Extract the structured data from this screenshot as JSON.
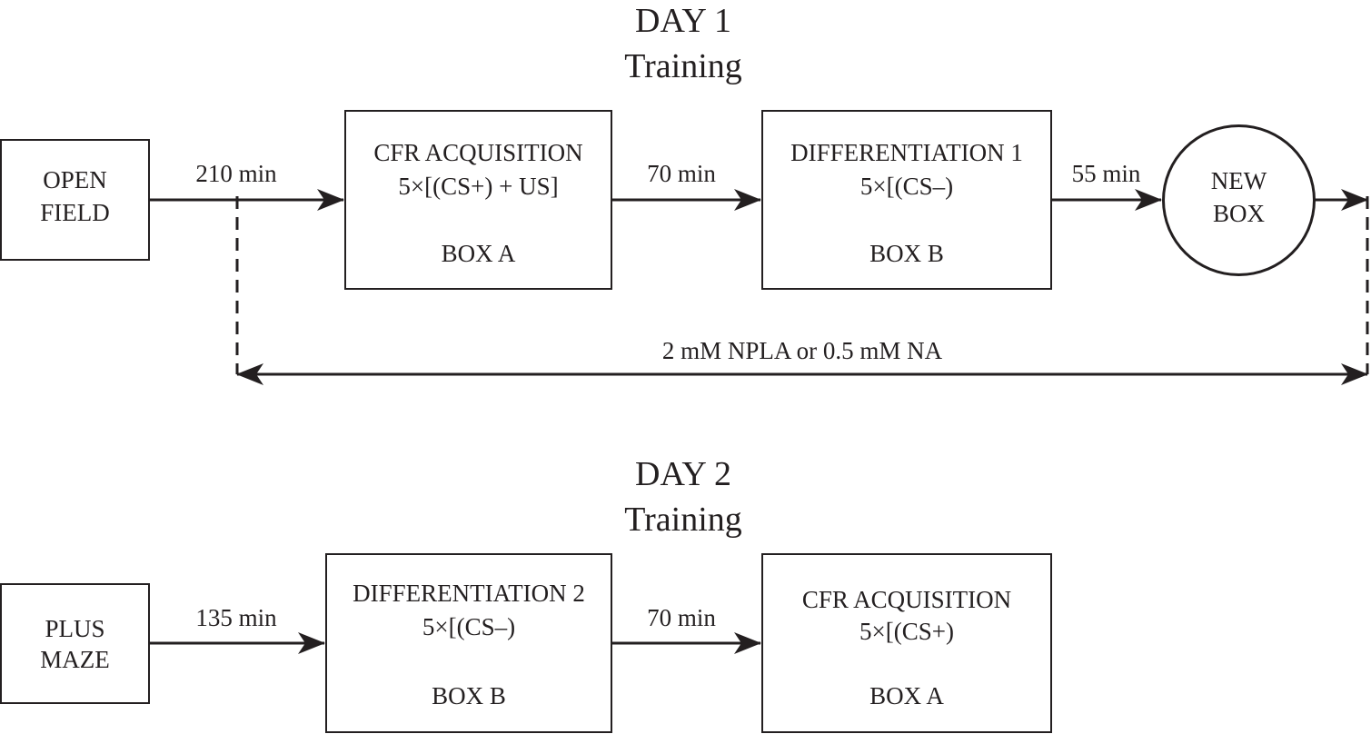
{
  "day1": {
    "heading": "DAY 1",
    "subheading": "Training",
    "open_field": {
      "line1": "OPEN",
      "line2": "FIELD"
    },
    "arrow1_label": "210 min",
    "cfr_box": {
      "title": "CFR ACQUISITION",
      "trials": "5×[(CS+) + US]",
      "context": "BOX A"
    },
    "arrow2_label": "70 min",
    "diff_box": {
      "title": "DIFFERENTIATION 1",
      "trials": "5×[(CS–)",
      "context": "BOX B"
    },
    "arrow3_label": "55 min",
    "new_box": {
      "line1": "NEW",
      "line2": "BOX"
    },
    "drug_label": "2 mM NPLA or 0.5 mM NA"
  },
  "day2": {
    "heading": "DAY 2",
    "subheading": "Training",
    "plus_maze": {
      "line1": "PLUS",
      "line2": "MAZE"
    },
    "arrow1_label": "135 min",
    "diff_box": {
      "title": "DIFFERENTIATION 2",
      "trials": "5×[(CS–)",
      "context": "BOX B"
    },
    "arrow2_label": "70 min",
    "cfr_box": {
      "title": "CFR ACQUISITION",
      "trials": "5×[(CS+)",
      "context": "BOX A"
    }
  },
  "colors": {
    "ink": "#231f20",
    "background": "#ffffff"
  }
}
